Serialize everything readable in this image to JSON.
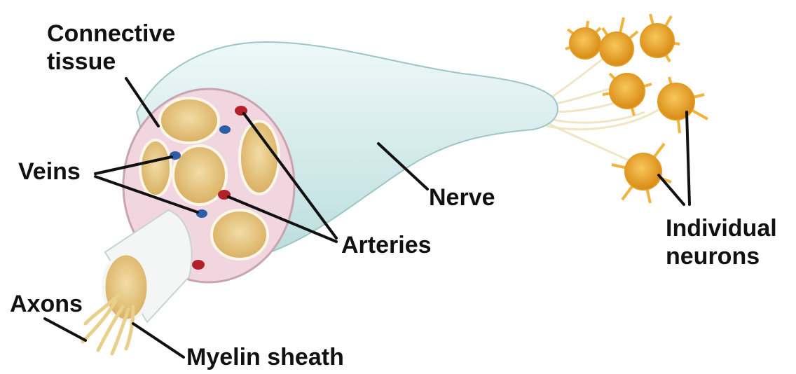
{
  "labels": {
    "connective_tissue": [
      "Connective",
      "tissue"
    ],
    "veins": "Veins",
    "nerve": "Nerve",
    "arteries": "Arteries",
    "individual_neurons": [
      "Individual",
      "neurons"
    ],
    "axons": "Axons",
    "myelin_sheath": "Myelin sheath"
  },
  "colors": {
    "nerve_body": "#d8efef",
    "connective_tissue": "#f2d6df",
    "fascicle": "#e8c889",
    "vein": "#2c5ea8",
    "artery": "#b2202a",
    "neuron": "#f0b43c",
    "leader_line": "#111111"
  }
}
